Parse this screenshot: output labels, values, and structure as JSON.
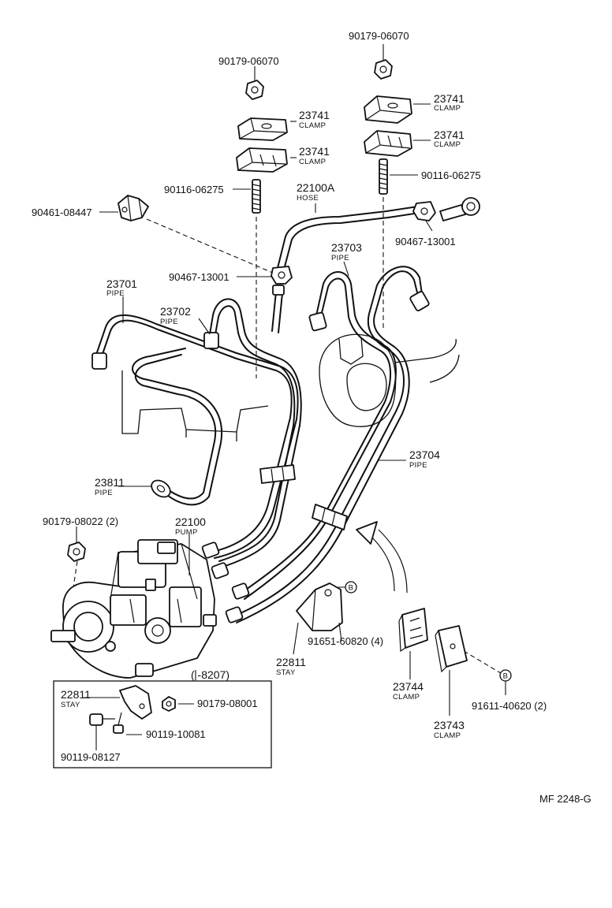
{
  "labels": {
    "nut_upper_left": "90179-06070",
    "nut_upper_right": "90179-06070",
    "clamp_a_num": "23741",
    "clamp_a_sub": "CLAMP",
    "clamp_b_num": "23741",
    "clamp_b_sub": "CLAMP",
    "clamp_c_num": "23741",
    "clamp_c_sub": "CLAMP",
    "clamp_d_num": "23741",
    "clamp_d_sub": "CLAMP",
    "stud_left": "90116-06275",
    "stud_right": "90116-06275",
    "bracket_left": "90461-08447",
    "hose_num": "22100A",
    "hose_sub": "HOSE",
    "clip_right": "90467-13001",
    "clip_left": "90467-13001",
    "pipe_23703_num": "23703",
    "pipe_23703_sub": "PIPE",
    "pipe_23701_num": "23701",
    "pipe_23701_sub": "PIPE",
    "pipe_23702_num": "23702",
    "pipe_23702_sub": "PIPE",
    "pipe_23704_num": "23704",
    "pipe_23704_sub": "PIPE",
    "pipe_23811_num": "23811",
    "pipe_23811_sub": "PIPE",
    "nut_pump": "90179-08022 (2)",
    "pump_num": "22100",
    "pump_sub": "PUMP",
    "bolt_stay": "91651-60820 (4)",
    "stay_num": "22811",
    "stay_sub": "STAY",
    "clamp_23744_num": "23744",
    "clamp_23744_sub": "CLAMP",
    "clamp_23743_num": "23743",
    "clamp_23743_sub": "CLAMP",
    "bolt_clamp": "91611-40620 (2)",
    "inset_range": "(    -8207)",
    "inset_stay_num": "22811",
    "inset_stay_sub": "STAY",
    "inset_nut": "90179-08001",
    "inset_bolt_a": "90119-10081",
    "inset_bolt_b": "90119-08127",
    "ref_b1": "B",
    "ref_b2": "B",
    "figure_code": "MF 2248-G"
  }
}
